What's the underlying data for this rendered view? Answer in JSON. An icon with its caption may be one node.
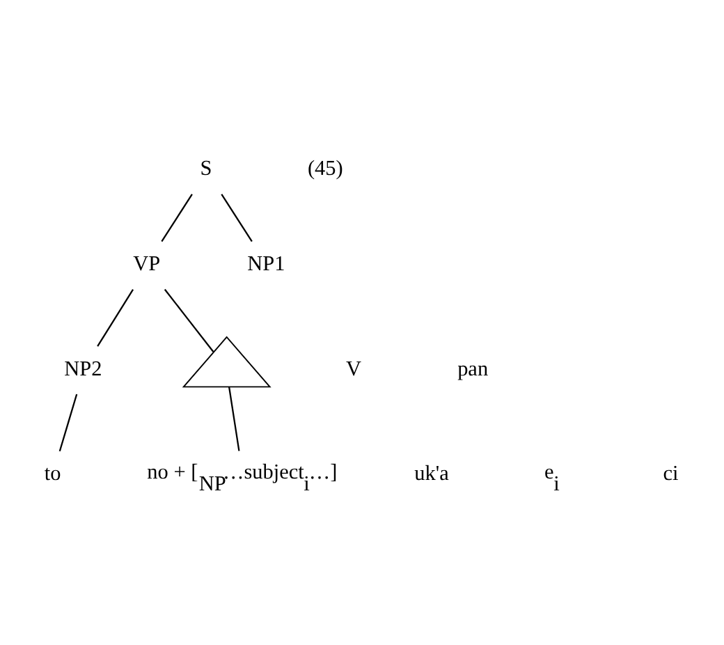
{
  "diagram": {
    "nodes": [
      {
        "text": [
          "S"
        ]
      },
      {
        "text": [
          "VP"
        ]
      },
      {
        "text": [
          "NP1"
        ]
      },
      {
        "text": [
          "V"
        ]
      },
      {
        "text": [
          "NP2"
        ]
      },
      {
        "text": [],
        "shape": "triangle"
      },
      {
        "text": [
          "to"
        ]
      },
      {
        "text": [
          "no + [$_{NP}$…subject$_{i}$…]"
        ]
      }
    ],
    "edges": [
      {
        "from": 0,
        "to": 1,
        "arrow": "none"
      },
      {
        "from": 0,
        "to": 2,
        "arrow": "none"
      },
      {
        "from": 1,
        "to": 4,
        "arrow": "none"
      },
      {
        "from": 1,
        "to": 5,
        "arrow": "none"
      },
      {
        "from": 4,
        "to": 6,
        "arrow": "none"
      },
      {
        "from": 5,
        "to": 7,
        "arrow": "none"
      }
    ],
    "labels": [
      "(45)",
      "pan",
      "uk'a",
      "e$_{i}$",
      "ci"
    ]
  }
}
